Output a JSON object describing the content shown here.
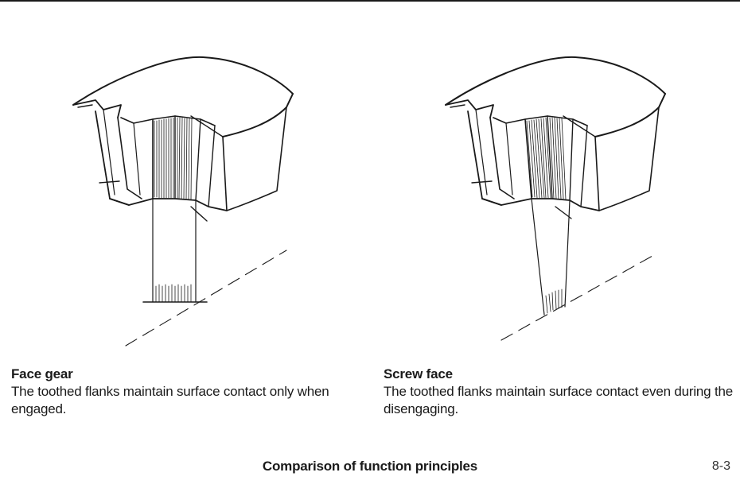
{
  "left_panel": {
    "title": "Face gear",
    "body": "The toothed flanks maintain surface contact only when engaged."
  },
  "right_panel": {
    "title": "Screw face",
    "body": "The toothed flanks maintain surface contact even during the disengaging."
  },
  "figure_caption": "Comparison of function principles",
  "page_number": "8-3",
  "colors": {
    "ink": "#1a1a1a",
    "background": "#ffffff"
  }
}
